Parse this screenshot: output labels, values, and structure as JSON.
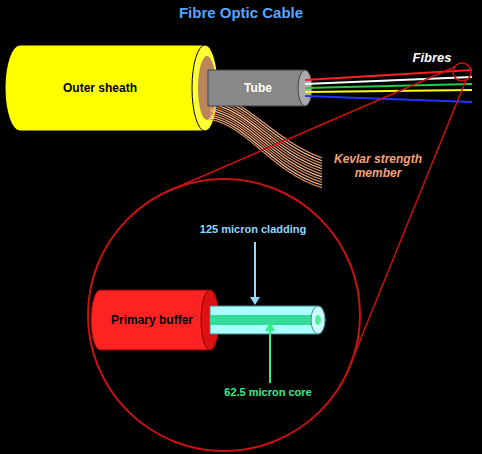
{
  "diagram": {
    "title": "Fibre Optic Cable",
    "nodes": [
      {
        "text": [
          "Outer sheath"
        ]
      },
      {
        "text": [
          "Tube"
        ]
      },
      {
        "text": [
          "Primary buffer"
        ]
      }
    ],
    "labels": [
      "Fibres",
      "Kevlar strength member",
      "125 micron cladding",
      "62.5 micron core"
    ]
  }
}
